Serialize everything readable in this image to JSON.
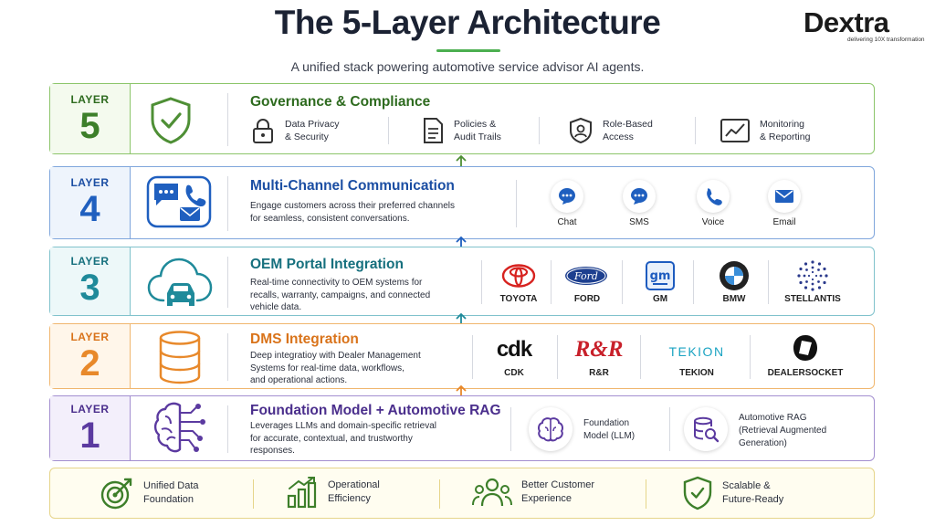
{
  "header": {
    "title": "The 5-Layer Architecture",
    "subtitle": "A unified stack powering automotive service advisor AI agents."
  },
  "logo": {
    "word": "Dextra",
    "tagline": "delivering 10X transformation"
  },
  "layers": [
    {
      "label": "LAYER",
      "number": "5",
      "title": "Governance & Compliance",
      "accent": "#6aa84f",
      "border": "#8cc56a",
      "title_color": "#2e6b1f",
      "features": [
        {
          "icon": "lock-icon",
          "line1": "Data Privacy",
          "line2": "& Security"
        },
        {
          "icon": "document-icon",
          "line1": "Policies &",
          "line2": "Audit Trails"
        },
        {
          "icon": "shield-user-icon",
          "line1": "Role-Based",
          "line2": "Access"
        },
        {
          "icon": "chart-line-icon",
          "line1": "Monitoring",
          "line2": "& Reporting"
        }
      ]
    },
    {
      "label": "LAYER",
      "number": "4",
      "title": "Multi-Channel Communication",
      "accent": "#1f5fbf",
      "border": "#7fa6dc",
      "title_color": "#1b4ea3",
      "desc_line1": "Engage customers across their preferred channels",
      "desc_line2": "for seamless, consistent conversations.",
      "channels": [
        {
          "icon": "chat-icon",
          "label": "Chat"
        },
        {
          "icon": "sms-icon",
          "label": "SMS"
        },
        {
          "icon": "phone-icon",
          "label": "Voice"
        },
        {
          "icon": "email-icon",
          "label": "Email"
        }
      ]
    },
    {
      "label": "LAYER",
      "number": "3",
      "title": "OEM Portal Integration",
      "accent": "#1f8a9a",
      "border": "#80c2cc",
      "title_color": "#16707e",
      "desc_line1": "Real-time connectivity to OEM systems for",
      "desc_line2": "recalls, warranty, campaigns, and connected",
      "desc_line3": "vehicle data.",
      "brands": [
        "TOYOTA",
        "FORD",
        "GM",
        "BMW",
        "STELLANTIS"
      ]
    },
    {
      "label": "LAYER",
      "number": "2",
      "title": "DMS Integration",
      "accent": "#e8892b",
      "border": "#f0b66e",
      "title_color": "#d9731a",
      "desc_line1": "Deep integratioy with Dealer Management",
      "desc_line2": "Systems for real-time data, workflows,",
      "desc_line3": "and operational actions.",
      "brands": [
        {
          "logo": "cdk",
          "label": "CDK"
        },
        {
          "logo": "R&R",
          "label": "R&R"
        },
        {
          "logo": "TEKION",
          "label": "TEKION"
        },
        {
          "logo": "",
          "label": "DEALERSOCKET"
        }
      ]
    },
    {
      "label": "LAYER",
      "number": "1",
      "title": "Foundation Model + Automotive RAG",
      "accent": "#5b3aa0",
      "border": "#a38fd0",
      "title_color": "#4a2e8c",
      "desc_line1": "Leverages LLMs and domain-specific retrieval",
      "desc_line2": "for accurate, contextual, and trustworthy",
      "desc_line3": "responses.",
      "models": [
        {
          "icon": "brain-icon",
          "line1": "Foundation",
          "line2": "Model (LLM)"
        },
        {
          "icon": "database-search-icon",
          "line1": "Automotive RAG",
          "line2": "(Retrieval Augmented",
          "line3": "Generation)"
        }
      ]
    }
  ],
  "benefits": [
    {
      "icon": "target-icon",
      "line1": "Unified Data",
      "line2": "Foundation"
    },
    {
      "icon": "bar-chart-icon",
      "line1": "Operational",
      "line2": "Efficiency"
    },
    {
      "icon": "users-icon",
      "line1": "Better Customer",
      "line2": "Experience"
    },
    {
      "icon": "shield-check-icon",
      "line1": "Scalable &",
      "line2": "Future-Ready"
    }
  ]
}
